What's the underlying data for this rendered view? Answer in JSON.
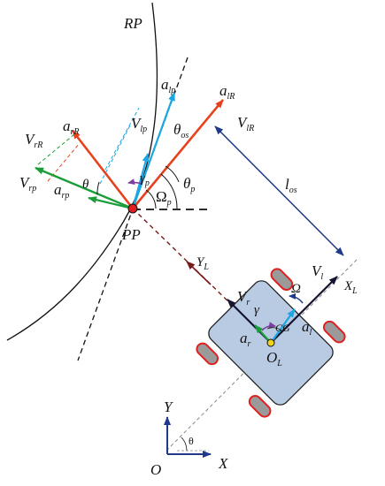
{
  "colors": {
    "red_vector": "#e8411e",
    "blue_vector": "#1aa7e4",
    "green_vector": "#1b9e3a",
    "navy": "#1f3a8a",
    "dark_red": "#7a1a1a",
    "purple": "#7a3fa0",
    "vehicle_fill": "#b9cbe3",
    "wheel_fill": "#9a9a9a",
    "wheel_border": "#e02020",
    "cg_dot": "#f2d21a",
    "pivot_dot": "#e02020"
  },
  "labels": {
    "rp": "RP",
    "pp": "PP",
    "a_lR": {
      "base": "a",
      "sub": "lR"
    },
    "V_lR": {
      "base": "V",
      "sub": "lR"
    },
    "a_lp": {
      "base": "a",
      "sub": "lp"
    },
    "V_lp": {
      "base": "V",
      "sub": "lp"
    },
    "theta_os": {
      "base": "θ",
      "sub": "os"
    },
    "a_rR": {
      "base": "a",
      "sub": "rR"
    },
    "V_rR": {
      "base": "V",
      "sub": "rR"
    },
    "V_rp": {
      "base": "V",
      "sub": "rp"
    },
    "a_rp": {
      "base": "a",
      "sub": "rp"
    },
    "theta": "θ",
    "gamma_p": {
      "base": "γ",
      "sub": "p"
    },
    "Omega_p": {
      "base": "Ω",
      "sub": "p"
    },
    "theta_p": {
      "base": "θ",
      "sub": "p"
    },
    "l_os": {
      "base": "l",
      "sub": "os"
    },
    "Y_L": {
      "base": "Y",
      "sub": "L"
    },
    "X_L": {
      "base": "X",
      "sub": "L"
    },
    "V_l": {
      "base": "V",
      "sub": "l"
    },
    "V_r": {
      "base": "V",
      "sub": "r"
    },
    "Omega": "Ω",
    "gamma": "γ",
    "cg": "CG",
    "a_r": {
      "base": "a",
      "sub": "r"
    },
    "a_l": {
      "base": "a",
      "sub": "l"
    },
    "O_L": {
      "base": "O",
      "sub": "L"
    },
    "Y": "Y",
    "X": "X",
    "O": "O",
    "theta_frame": "θ"
  }
}
